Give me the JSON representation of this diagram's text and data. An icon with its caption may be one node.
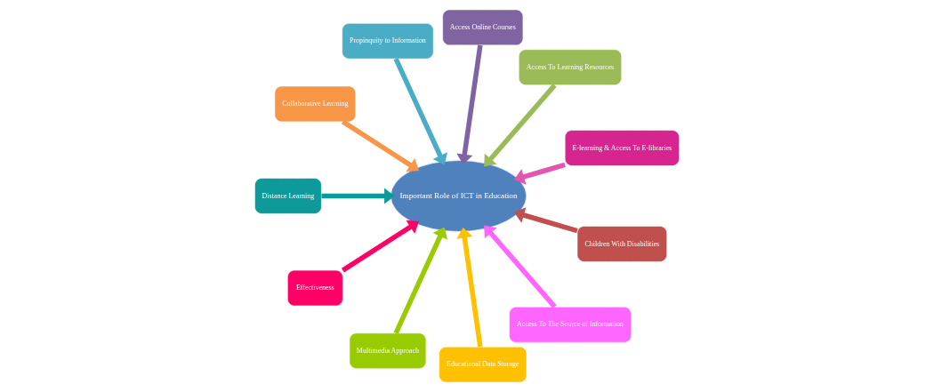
{
  "diagram": {
    "nodes": [
      {
        "text": [
          "Important Role of ICT in Education"
        ]
      },
      {
        "text": [
          "E-learning & Access To E-libraries"
        ]
      },
      {
        "text": [
          "Access To Learning Resources"
        ]
      },
      {
        "text": [
          "Access Online Courses"
        ]
      },
      {
        "text": [
          "Propinquity to Information"
        ]
      },
      {
        "text": [
          "Collaborative Learning"
        ]
      },
      {
        "text": [
          "Distance Learning"
        ]
      },
      {
        "text": [
          "Effectiveness"
        ]
      },
      {
        "text": [
          "Multimedia Approach"
        ]
      },
      {
        "text": [
          "Educational Data Storage"
        ]
      },
      {
        "text": [
          "Access To The Source of Information"
        ]
      },
      {
        "text": [
          "Children With Disabilities"
        ]
      }
    ],
    "edges": [
      {
        "from": 1,
        "to": 0,
        "arrow": "to",
        "color": "#e455b0"
      },
      {
        "from": 2,
        "to": 0,
        "arrow": "to",
        "color": "#9bbb59"
      },
      {
        "from": 3,
        "to": 0,
        "arrow": "to",
        "color": "#8064a2"
      },
      {
        "from": 4,
        "to": 0,
        "arrow": "to",
        "color": "#4bacc6"
      },
      {
        "from": 5,
        "to": 0,
        "arrow": "to",
        "color": "#f79646"
      },
      {
        "from": 6,
        "to": 0,
        "arrow": "to",
        "color": "#0e9a9a"
      },
      {
        "from": 7,
        "to": 0,
        "arrow": "to",
        "color": "#ff0066"
      },
      {
        "from": 8,
        "to": 0,
        "arrow": "to",
        "color": "#99cc00"
      },
      {
        "from": 9,
        "to": 0,
        "arrow": "to",
        "color": "#ffc000"
      },
      {
        "from": 10,
        "to": 0,
        "arrow": "to",
        "color": "#ff66ff"
      },
      {
        "from": 11,
        "to": 0,
        "arrow": "to",
        "color": "#c0504d"
      }
    ]
  }
}
